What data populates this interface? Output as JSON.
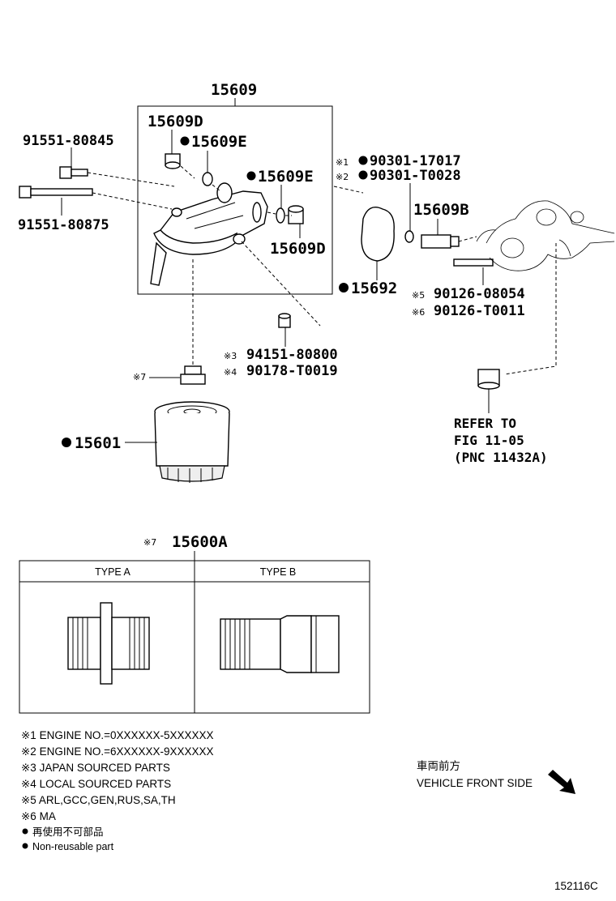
{
  "assembly": {
    "label": "15609"
  },
  "parts": {
    "p15609D_top": "15609D",
    "p15609E_top": "15609E",
    "p15609E_mid": "15609E",
    "p15609D_right": "15609D",
    "p91551_80845": "91551-80845",
    "p91551_80875": "91551-80875",
    "p90301_17017": "90301-17017",
    "p90301_T0028": "90301-T0028",
    "p15609B": "15609B",
    "p15692": "15692",
    "p90126_08054": "90126-08054",
    "p90126_T0011": "90126-T0011",
    "p94151_80800": "94151-80800",
    "p90178_T0019": "90178-T0019",
    "p15601": "15601",
    "p15600A": "15600A"
  },
  "marks": {
    "m1": "※1",
    "m2": "※2",
    "m3": "※3",
    "m4": "※4",
    "m5": "※5",
    "m6": "※6",
    "m7": "※7",
    "m7b": "※7"
  },
  "refer": {
    "line1": "REFER TO",
    "line2": "FIG 11-05",
    "line3": "(PNC 11432A)"
  },
  "table": {
    "col_a": "TYPE A",
    "col_b": "TYPE B"
  },
  "notes": [
    "※1 ENGINE NO.=0XXXXXX-5XXXXXX",
    "※2 ENGINE NO.=6XXXXXX-9XXXXXX",
    "※3 JAPAN SOURCED PARTS",
    "※4 LOCAL SOURCED PARTS",
    "※5 ARL,GCC,GEN,RUS,SA,TH",
    "※6 MA"
  ],
  "legend": {
    "jp": "再使用不可部品",
    "en": "Non-reusable part"
  },
  "direction": {
    "jp": "車両前方",
    "en": "VEHICLE FRONT SIDE"
  },
  "figure_id": "152116C"
}
